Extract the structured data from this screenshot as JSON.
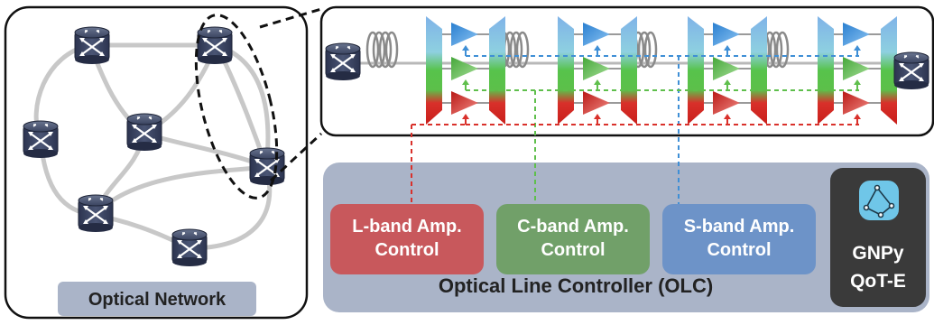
{
  "network": {
    "title": "Optical Network"
  },
  "olc": {
    "title": "Optical Line Controller (OLC)",
    "controls": [
      {
        "line1": "L-band Amp.",
        "line2": "Control",
        "color": "#c8585c"
      },
      {
        "line1": "C-band Amp.",
        "line2": "Control",
        "color": "#71a069"
      },
      {
        "line1": "S-band Amp.",
        "line2": "Control",
        "color": "#6d93c8"
      }
    ],
    "gnpy": {
      "line1": "GNPy",
      "line2": "QoT-E",
      "color": "#3a3a3a"
    }
  },
  "colors": {
    "l_band": "#d9312b",
    "c_band": "#5fbf4c",
    "s_band": "#3f8fd6",
    "link": "#c8c8c8",
    "panel": "#aab4c8"
  },
  "icons": [
    "router-icon",
    "fiber-spool-icon",
    "amplifier-icon",
    "band-filter-icon",
    "graph-icon"
  ]
}
